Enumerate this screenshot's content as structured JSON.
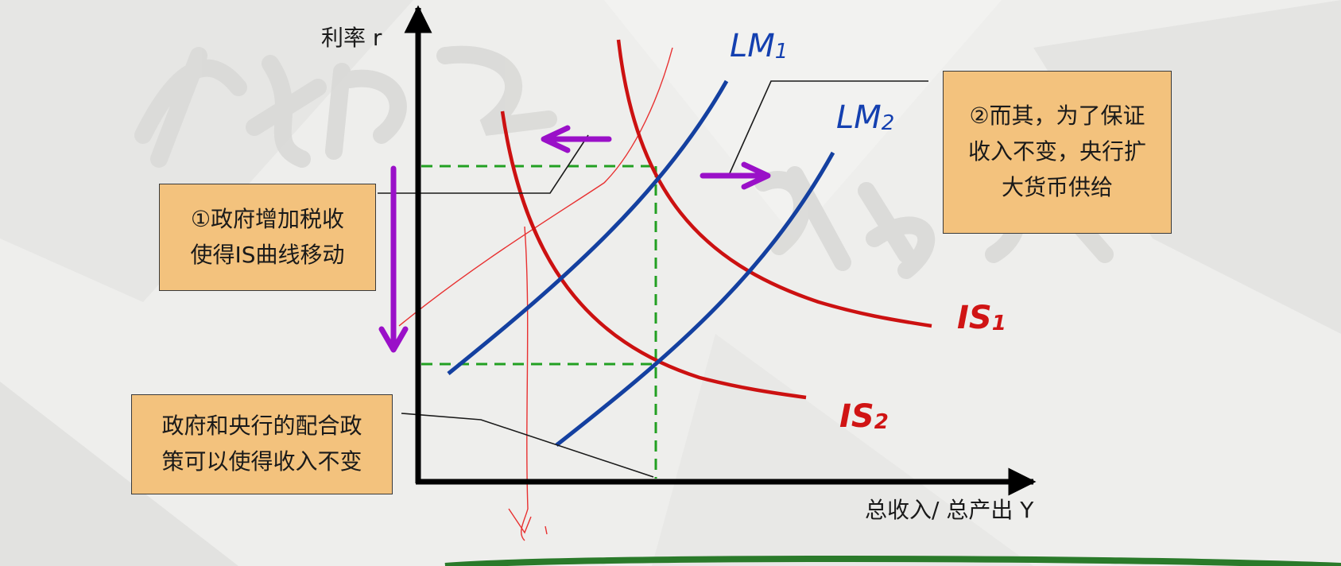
{
  "axes": {
    "y_label": "利率 r",
    "x_label": "总收入/ 总产出 Y"
  },
  "curves": {
    "lm1": {
      "name": "LM",
      "index": "1"
    },
    "lm2": {
      "name": "LM",
      "index": "2"
    },
    "is1": {
      "name": "IS",
      "index": "1"
    },
    "is2": {
      "name": "IS",
      "index": "2"
    }
  },
  "notes": {
    "tax": {
      "lines": [
        "①政府增加税收",
        "使得IS曲线移动"
      ]
    },
    "money": {
      "lines": [
        "②而其，为了保证",
        "收入不变，央行扩",
        "大货币供给"
      ]
    },
    "policy": {
      "lines": [
        "政府和央行的配合政",
        "策可以使得收入不变"
      ]
    }
  },
  "colors": {
    "is_curve": "#cc1111",
    "lm_curve": "#1440a0",
    "guide": "#22a022",
    "arrow": "#9a10c8",
    "box_fill": "#f3c27d",
    "handwriting": "#e83030"
  }
}
